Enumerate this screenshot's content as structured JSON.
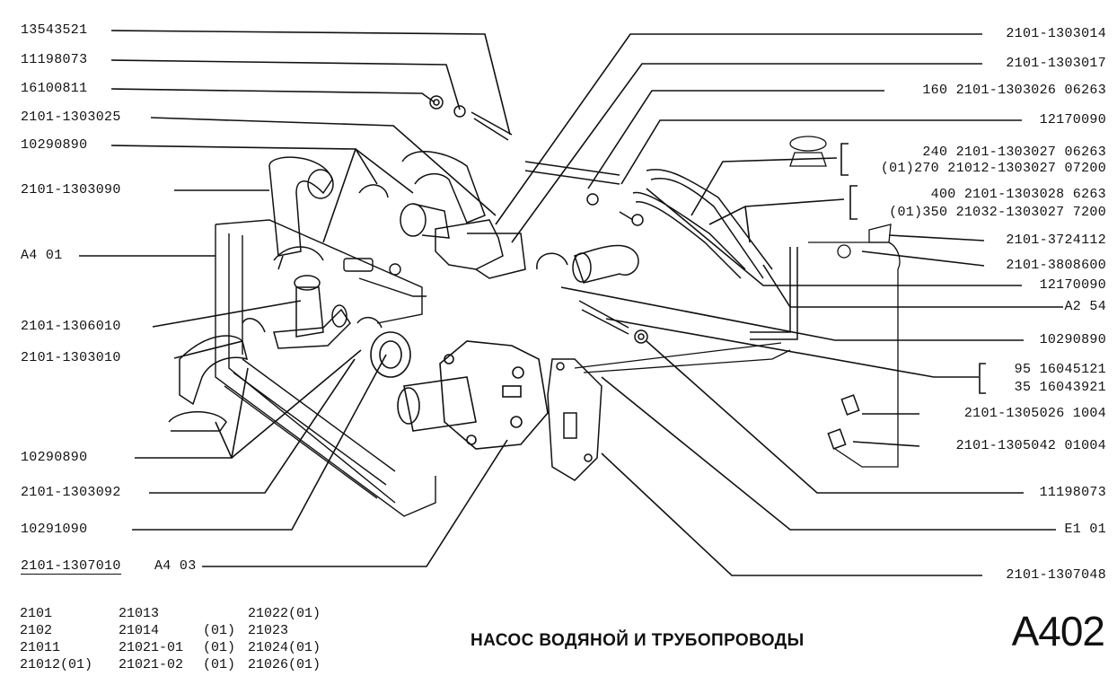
{
  "left_labels": [
    "13543521",
    "11198073",
    "16100811",
    "2101-1303025",
    "10290890",
    "2101-1303090",
    "A4 01",
    "2101-1306010",
    "2101-1303010",
    "10290890",
    "2101-1303092",
    "10291090",
    "2101-1307010",
    "A4 03"
  ],
  "right_labels": [
    "2101-1303014",
    "2101-1303017",
    "160 2101-1303026 06263",
    "12170090",
    "240 2101-1303027 06263",
    "(01)270 21012-1303027 07200",
    "400 2101-1303028 6263",
    "(01)350 21032-1303027 7200",
    "2101-3724112",
    "2101-3808600",
    "12170090",
    "A2 54",
    "10290890",
    "95   16045121",
    "35   16043921",
    "2101-1305026  1004",
    "2101-1305042 01004",
    "11198073",
    "E1 01",
    "2101-1307048"
  ],
  "models": [
    [
      "2101",
      "21013",
      "",
      "21022(01)"
    ],
    [
      "2102",
      "21014",
      "(01)",
      "21023"
    ],
    [
      "21011",
      "21021-01",
      "(01)",
      "21024(01)"
    ],
    [
      "21012(01)",
      "21021-02",
      "(01)",
      "21026(01)"
    ]
  ],
  "title": "НАСОС ВОДЯНОЙ И ТРУБОПРОВОДЫ",
  "page_code": "A402"
}
